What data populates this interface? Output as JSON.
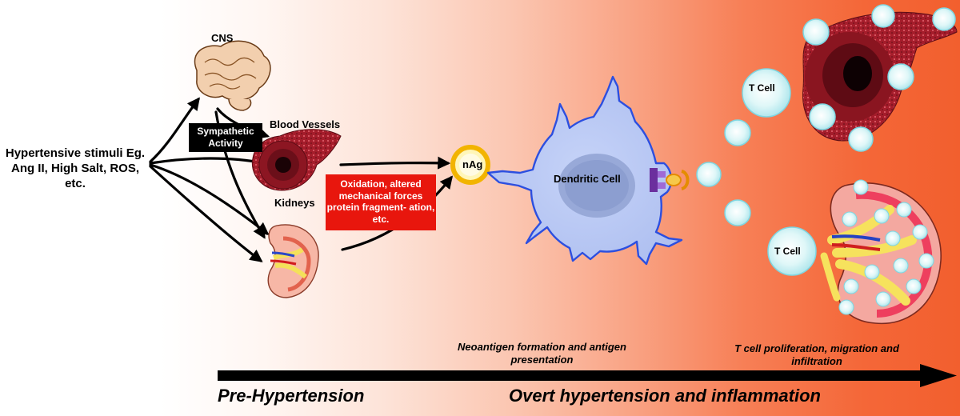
{
  "labels": {
    "stimuli": "Hypertensive stimuli Eg. Ang II, High Salt, ROS, etc.",
    "cns": "CNS",
    "sympathetic": "Sympathetic Activity",
    "blood_vessels": "Blood Vessels",
    "kidneys": "Kidneys",
    "oxidation": "Oxidation, altered mechanical forces protein fragment- ation, etc.",
    "nag": "nAg",
    "dendritic_cell": "Dendritic Cell",
    "t_cell_upper": "T Cell",
    "t_cell_lower": "T Cell"
  },
  "timeline": {
    "stage_1_caption": "Neoantigen formation and antigen presentation",
    "stage_2_caption": "T cell proliferation, migration and infiltration",
    "pre_label": "Pre-Hypertension",
    "overt_label": "Overt hypertension and inflammation"
  },
  "colors": {
    "gradient_end": "#f25f2e",
    "red_box": "#e8160d",
    "dendritic_cell": "#b9c8f4",
    "t_cell": "#d6f4f6",
    "nag_ring": "#f4c21a",
    "vessel_red": "#9e1a26"
  }
}
